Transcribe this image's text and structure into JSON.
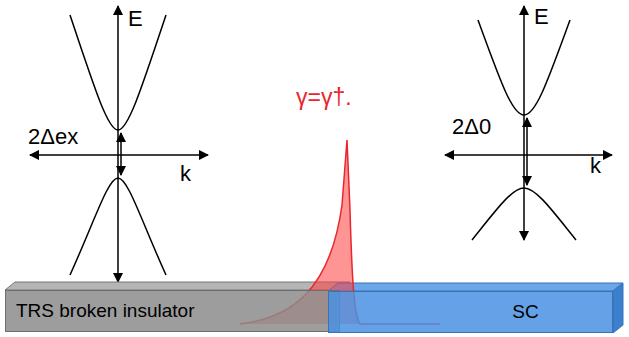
{
  "diagram": {
    "nodes": [
      {
        "text": [
          "TRS broken insulator"
        ]
      },
      {
        "text": [
          "SC"
        ]
      }
    ],
    "labels": [
      "E",
      "2Δex",
      "k",
      "E",
      "2Δ0",
      "k",
      "γ=γ†."
    ]
  }
}
